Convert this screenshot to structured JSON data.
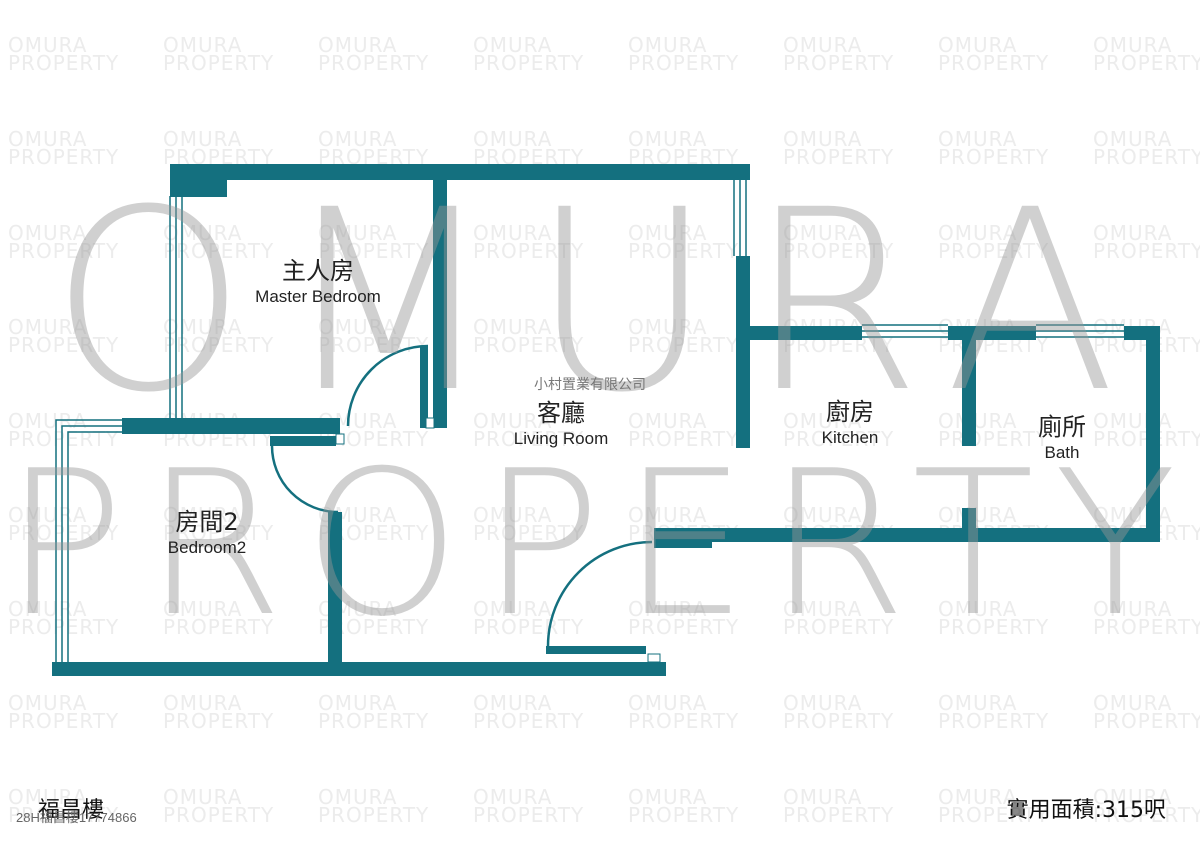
{
  "watermark": {
    "tile_line1": "OMURA",
    "tile_line2": "PROPERTY",
    "big_line1": "OMURA",
    "big_line2": "PROPERTY"
  },
  "company": "小村置業有限公司",
  "rooms": {
    "master_bedroom": {
      "zh": "主人房",
      "en": "Master Bedroom"
    },
    "living_room": {
      "zh": "客廳",
      "en": "Living Room"
    },
    "kitchen": {
      "zh": "廚房",
      "en": "Kitchen"
    },
    "bath": {
      "zh": "廁所",
      "en": "Bath"
    },
    "bedroom2": {
      "zh": "房間2",
      "en": "Bedroom2"
    }
  },
  "footer": {
    "building": "福昌樓",
    "reference": "28H福昌樓17774866",
    "area": "實用面積:315呎"
  },
  "colors": {
    "wall": "#14707f",
    "watermark": "#ececec",
    "text": "#222222"
  }
}
